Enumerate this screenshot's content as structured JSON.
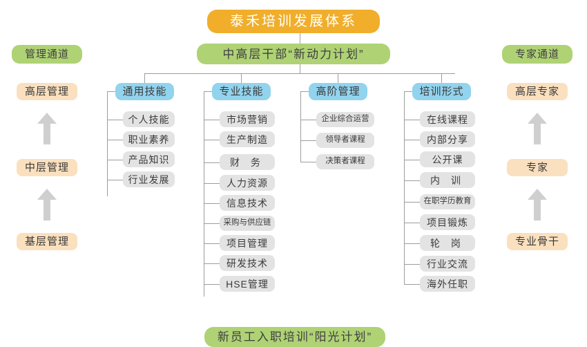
{
  "diagram": {
    "title_banner": "泰禾培训发展体系",
    "subtitle_banner": "中高层干部“新动力计划”",
    "footer_banner": "新员工入职培训“阳光计划”",
    "colors": {
      "title_orange": "#F0AE2B",
      "banner_green": "#AFD275",
      "category_blue": "#92D3EE",
      "ladder_peach": "#FAE0BE",
      "leaf_gray": "#E3E3E3",
      "connector": "#9C9C9C",
      "arrow": "#CFCFCF",
      "background": "#FFFFFF"
    }
  },
  "left_ladder": {
    "header": "管理通道",
    "steps": [
      "高层管理",
      "中层管理",
      "基层管理"
    ],
    "arrows": [
      "up-arrow",
      "up-arrow"
    ]
  },
  "right_ladder": {
    "header": "专家通道",
    "steps": [
      "高层专家",
      "专家",
      "专业骨干"
    ],
    "arrows": [
      "up-arrow",
      "up-arrow"
    ]
  },
  "categories": [
    {
      "header": "通用技能",
      "items": [
        "个人技能",
        "职业素养",
        "产品知识",
        "行业发展"
      ]
    },
    {
      "header": "专业技能",
      "items": [
        "市场营销",
        "生产制造",
        "财 务",
        "人力资源",
        "信息技术",
        "采购与供应链",
        "项目管理",
        "研发技术",
        "HSE管理"
      ]
    },
    {
      "header": "高阶管理",
      "items": [
        "企业综合运营",
        "领导者课程",
        "决策者课程"
      ]
    },
    {
      "header": "培训形式",
      "items": [
        "在线课程",
        "内部分享",
        "公开课",
        "内 训",
        "在职学历教育",
        "项目锻炼",
        "轮 岗",
        "行业交流",
        "海外任职"
      ]
    }
  ]
}
